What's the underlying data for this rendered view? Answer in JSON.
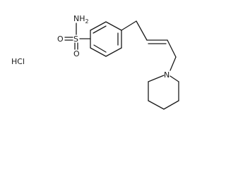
{
  "molecule": {
    "salt_label": "HCl",
    "atoms": {
      "sulfonamide_n": "NH",
      "sulfonamide_n_sub": "2",
      "sulfur": "S",
      "oxygen_left": "O",
      "oxygen_bottom": "O",
      "piperidine_n": "N"
    }
  }
}
